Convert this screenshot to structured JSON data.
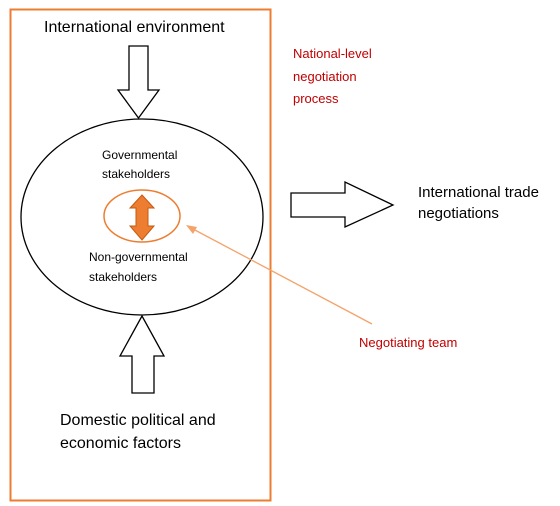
{
  "diagram": {
    "colors": {
      "frame": "#ed7d31",
      "inner_ellipse": "#ed7d31",
      "double_arrow_fill": "#ed7d31",
      "red_text": "#c00000",
      "pointer_line": "#f4a36a",
      "outline": "#000000"
    },
    "top_label": "International environment",
    "bottom_label_line1": "Domestic political and",
    "bottom_label_line2": "economic factors",
    "process_label_line1": "National-level",
    "process_label_line2": "negotiation",
    "process_label_line3": "process",
    "ellipse_top_line1": "Governmental",
    "ellipse_top_line2": "stakeholders",
    "ellipse_bottom_line1": "Non-governmental",
    "ellipse_bottom_line2": "stakeholders",
    "output_label_line1": "International trade",
    "output_label_line2": "negotiations",
    "team_label": "Negotiating team"
  }
}
